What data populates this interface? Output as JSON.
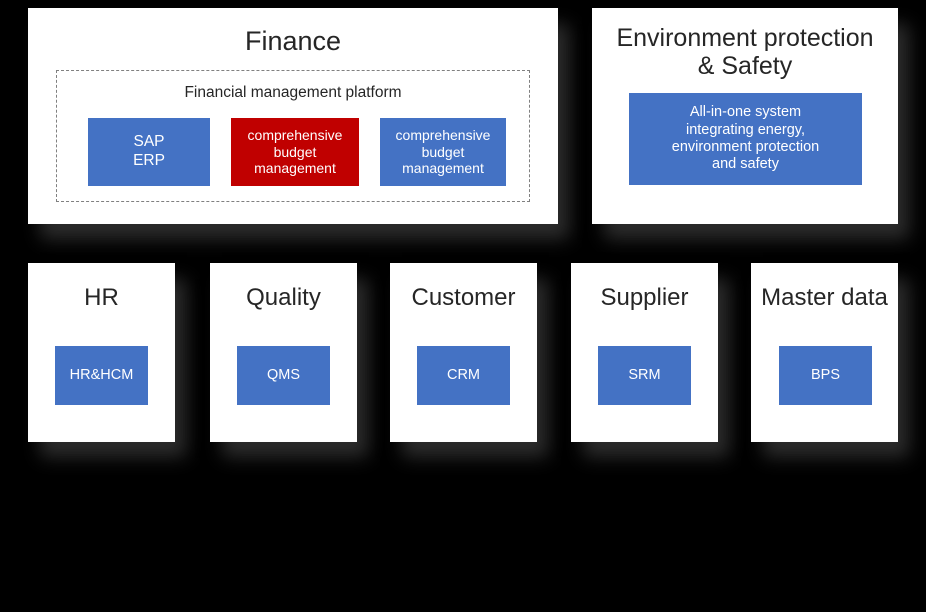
{
  "diagram": {
    "background_color": "#000000",
    "accent_blue": "#4472c4",
    "accent_red": "#c00000",
    "card_background": "#ffffff"
  },
  "finance": {
    "title": "Finance",
    "platform_label": "Financial management platform",
    "boxes": [
      {
        "label_line1": "SAP",
        "label_line2": "ERP",
        "color": "#4472c4"
      },
      {
        "label_line1": "comprehensive",
        "label_line2": "budget",
        "label_line3": "management",
        "color": "#c00000"
      },
      {
        "label_line1": "comprehensive",
        "label_line2": "budget",
        "label_line3": "management",
        "color": "#4472c4"
      }
    ]
  },
  "ehs": {
    "title_line1": "Environment protection",
    "title_line2": "& Safety",
    "box": {
      "line1": "All-in-one system",
      "line2": "integrating energy,",
      "line3": "environment protection",
      "line4": "and safety",
      "color": "#4472c4"
    }
  },
  "bottom_cards": [
    {
      "title": "HR",
      "box_label": "HR&HCM",
      "color": "#4472c4"
    },
    {
      "title": "Quality",
      "box_label": "QMS",
      "color": "#4472c4"
    },
    {
      "title": "Customer",
      "box_label": "CRM",
      "color": "#4472c4"
    },
    {
      "title": "Supplier",
      "box_label": "SRM",
      "color": "#4472c4"
    },
    {
      "title": "Master data",
      "box_label": "BPS",
      "color": "#4472c4"
    }
  ]
}
